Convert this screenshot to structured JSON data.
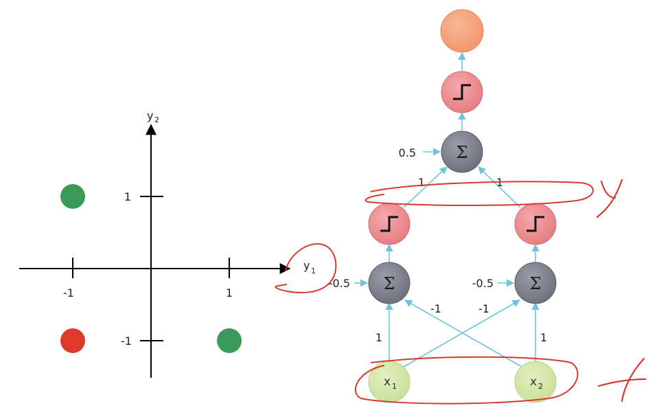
{
  "plot": {
    "y_axis_label": "y",
    "y_axis_subscript": "2",
    "x_axis_label": "y",
    "x_axis_subscript": "1",
    "tick_pos_y": "1",
    "tick_neg_y": "-1",
    "tick_neg_x": "-1",
    "tick_pos_x": "1"
  },
  "points": [
    {
      "x": -1,
      "y": 1,
      "color": "#3a9a58"
    },
    {
      "x": -1,
      "y": -1,
      "color": "#e0382a"
    },
    {
      "x": 1,
      "y": -1,
      "color": "#3a9a58"
    }
  ],
  "network": {
    "sum_symbol": "Σ",
    "input1_label": "x",
    "input1_sub": "1",
    "input2_label": "x",
    "input2_sub": "2",
    "bias_left": "-0.5",
    "bias_right": "-0.5",
    "bias_top": "0.5",
    "w_x1_left": "1",
    "w_x2_left": "-1",
    "w_x1_right": "-1",
    "w_x2_right": "1",
    "w_left_top": "1",
    "w_right_top": "1"
  },
  "colors": {
    "edge": "#6cc4e0",
    "sum_node": "#777a86",
    "step_node": "#ec8a8e",
    "output_node": "#f4a27e",
    "input_node": "#d2e6a6",
    "annotation": "#d63a2c"
  }
}
